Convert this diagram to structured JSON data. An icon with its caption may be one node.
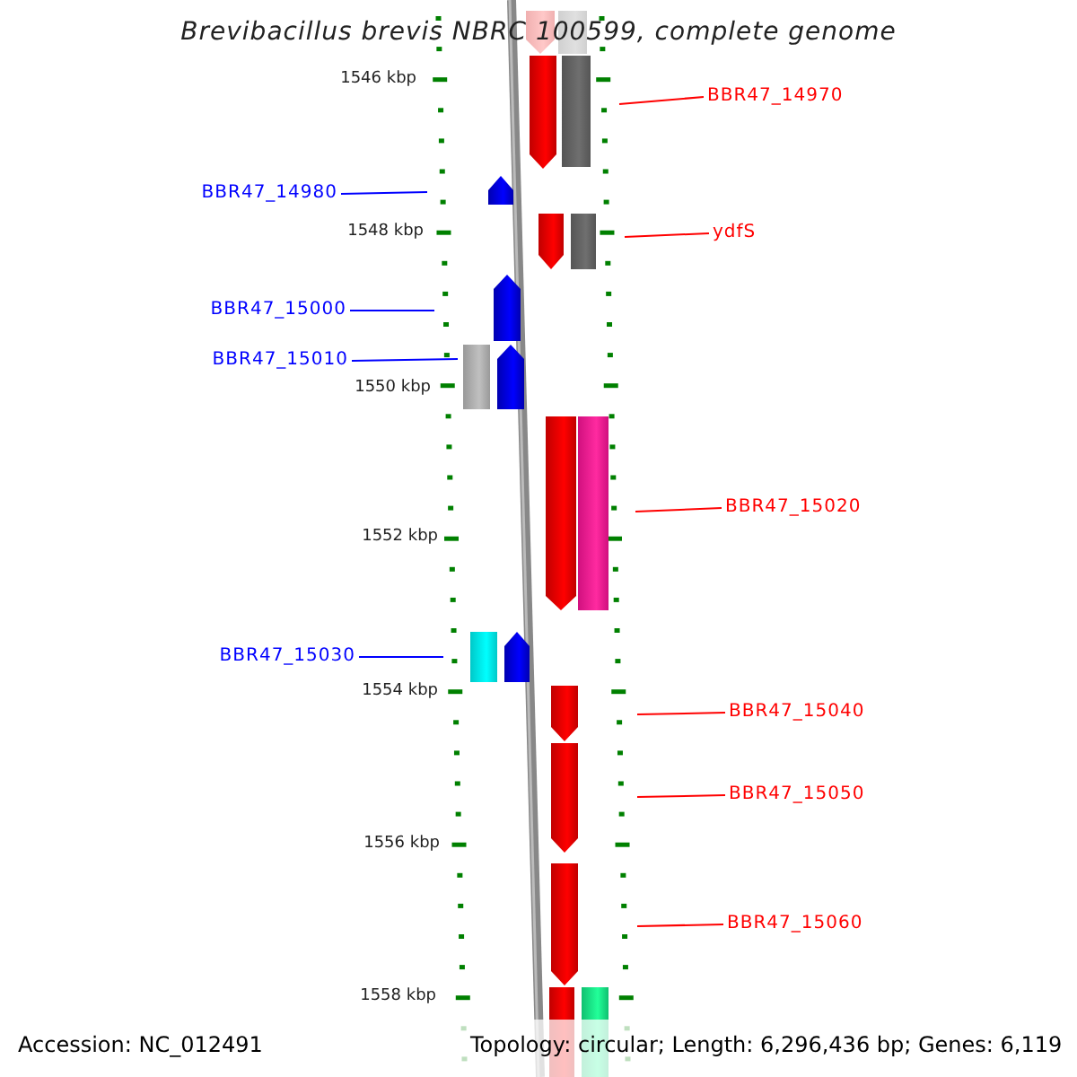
{
  "diagram": {
    "title": "Brevibacillus brevis NBRC 100599, complete genome",
    "nodes": [
      {
        "text": [
          "BBR47_14970"
        ]
      },
      {
        "text": [
          "BBR47_14980"
        ]
      },
      {
        "text": [
          "ydfS"
        ]
      },
      {
        "text": [
          "BBR47_15000"
        ]
      },
      {
        "text": [
          "BBR47_15010"
        ]
      },
      {
        "text": [
          "BBR47_15020"
        ]
      },
      {
        "text": [
          "BBR47_15030"
        ]
      },
      {
        "text": [
          "BBR47_15040"
        ]
      },
      {
        "text": [
          "BBR47_15050"
        ]
      },
      {
        "text": [
          "BBR47_15060"
        ]
      }
    ],
    "edges": [
      {
        "from": 0,
        "to": null,
        "arrow": "none"
      },
      {
        "from": 1,
        "to": null,
        "arrow": "none",
        "color": "#0000ff"
      },
      {
        "from": 2,
        "to": null,
        "arrow": "none"
      },
      {
        "from": 3,
        "to": null,
        "arrow": "none",
        "color": "#0000ff"
      },
      {
        "from": 4,
        "to": null,
        "arrow": "none",
        "color": "#0000ff"
      },
      {
        "from": 5,
        "to": null,
        "arrow": "none"
      },
      {
        "from": 6,
        "to": null,
        "arrow": "none",
        "color": "#0000ff"
      },
      {
        "from": 7,
        "to": null,
        "arrow": "none"
      },
      {
        "from": 8,
        "to": null,
        "arrow": "none"
      },
      {
        "from": 9,
        "to": null,
        "arrow": "none"
      }
    ],
    "labels": [
      "1546 kbp",
      "1548 kbp",
      "1550 kbp",
      "1552 kbp",
      "1554 kbp",
      "1556 kbp",
      "1558 kbp",
      "Accession: NC_012491",
      "Topology: circular; Length: 6,296,436 bp; Genes: 6,119"
    ]
  }
}
